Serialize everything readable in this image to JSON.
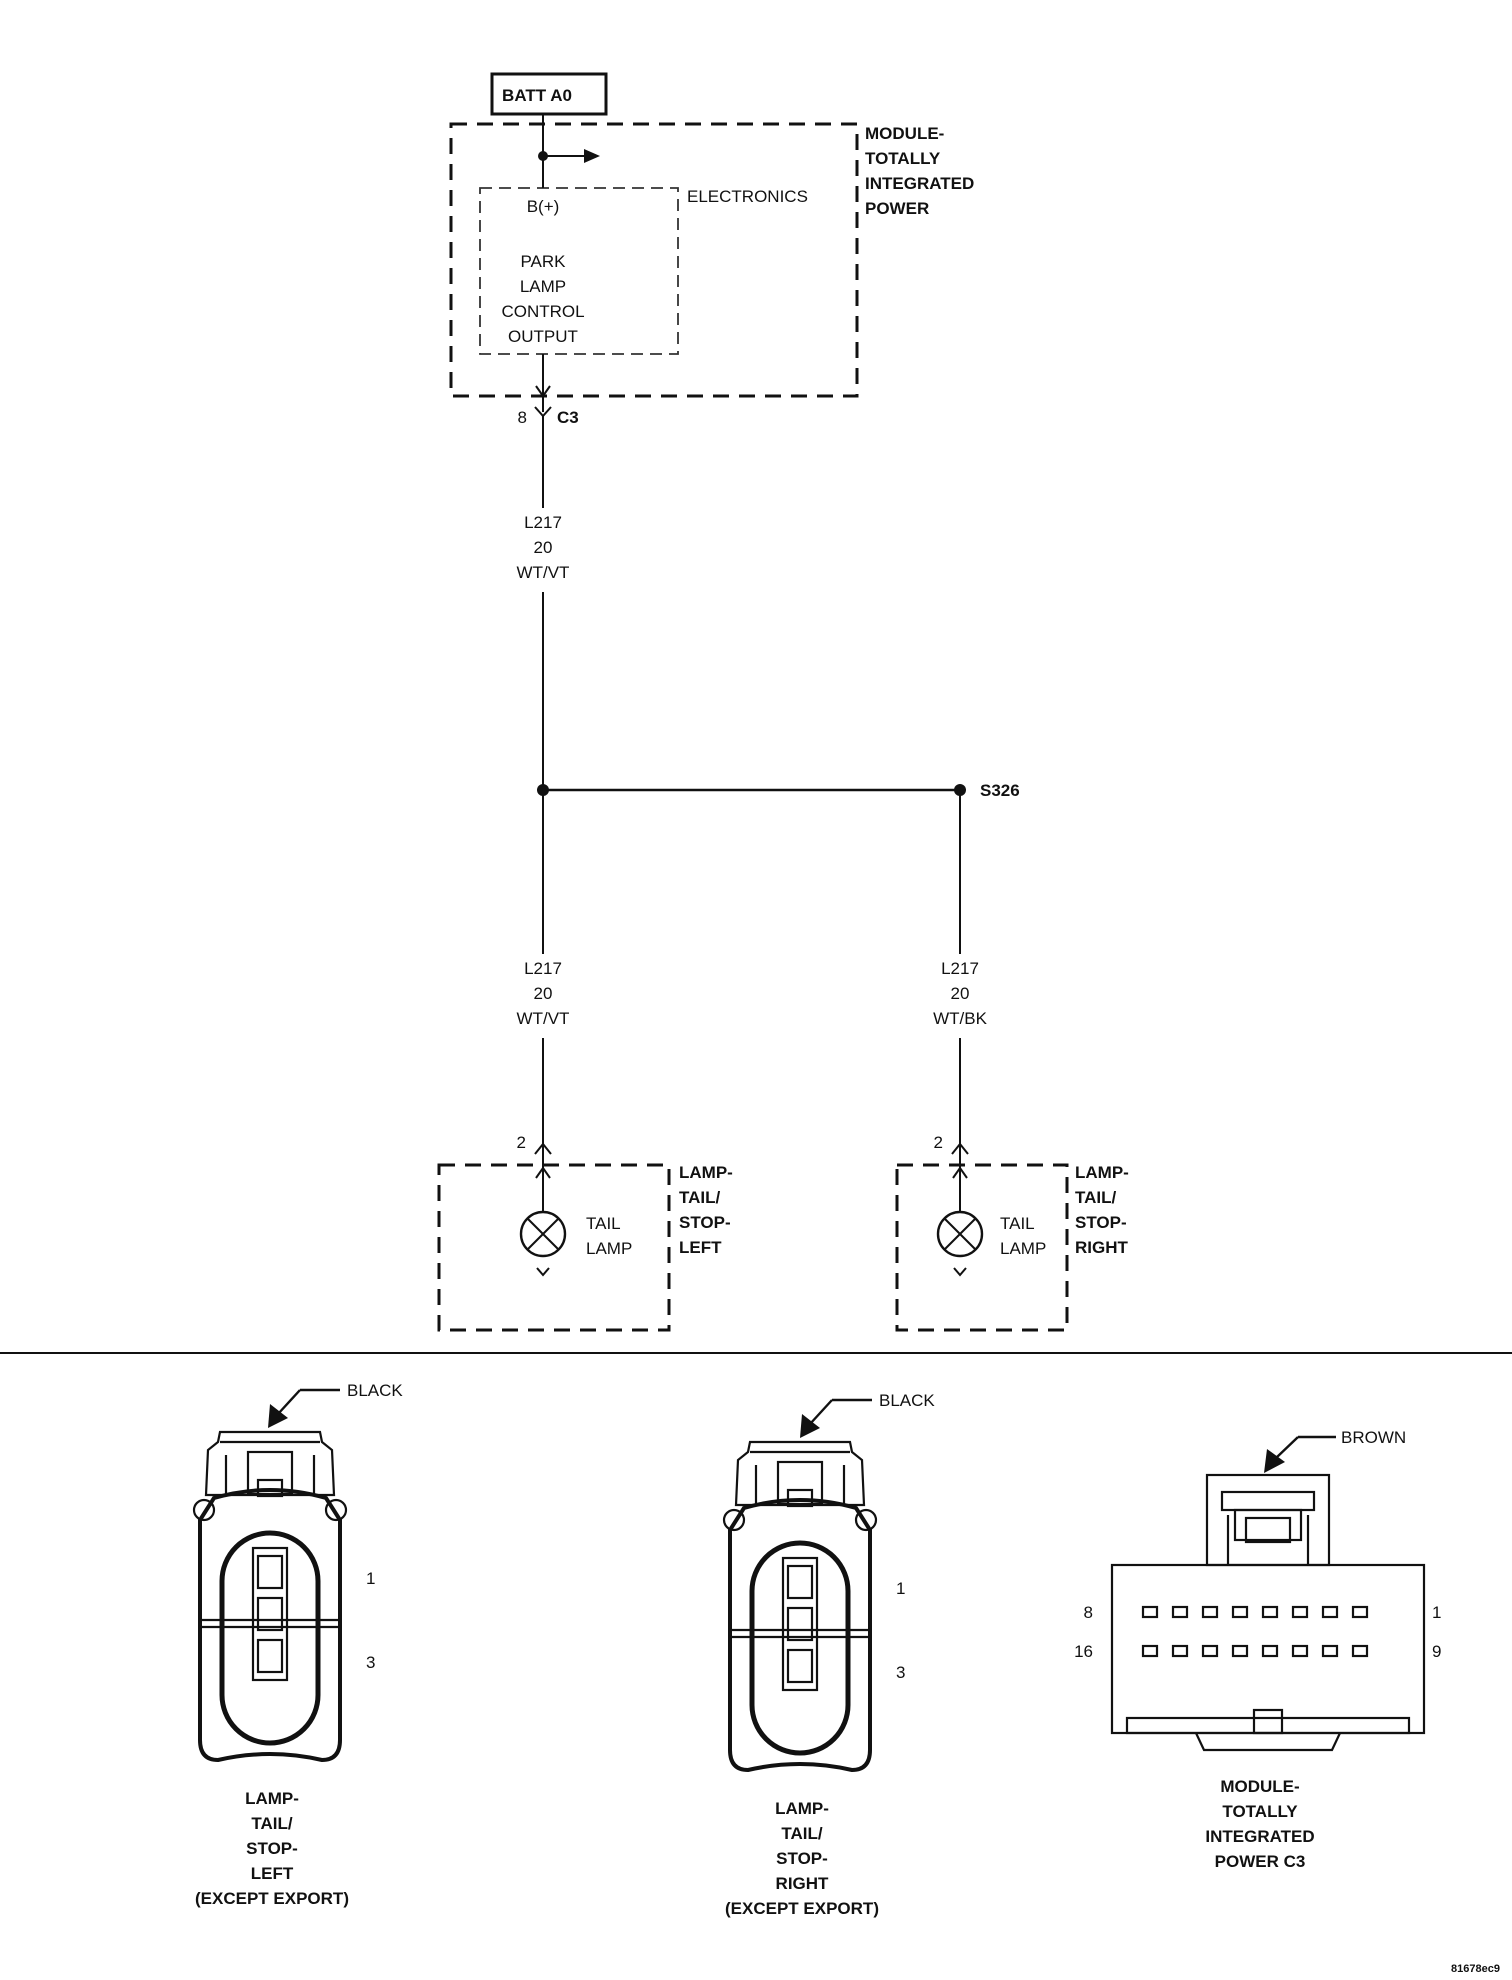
{
  "batt": {
    "label": "BATT A0"
  },
  "module": {
    "name_lines": [
      "MODULE-",
      "TOTALLY",
      "INTEGRATED",
      "POWER"
    ],
    "electronics_label": "ELECTRONICS",
    "bplus": "B(+)",
    "output_lines": [
      "PARK",
      "LAMP",
      "CONTROL",
      "OUTPUT"
    ],
    "pin": "8",
    "connector": "C3"
  },
  "wires": {
    "main": [
      "L217",
      "20",
      "WT/VT"
    ],
    "left": [
      "L217",
      "20",
      "WT/VT"
    ],
    "right": [
      "L217",
      "20",
      "WT/BK"
    ]
  },
  "splice": {
    "label": "S326"
  },
  "lamp_left": {
    "pin": "2",
    "inner_lines": [
      "TAIL",
      "LAMP"
    ],
    "name_lines": [
      "LAMP-",
      "TAIL/",
      "STOP-",
      "LEFT"
    ]
  },
  "lamp_right": {
    "pin": "2",
    "inner_lines": [
      "TAIL",
      "LAMP"
    ],
    "name_lines": [
      "LAMP-",
      "TAIL/",
      "STOP-",
      "RIGHT"
    ]
  },
  "conn_left": {
    "color": "BLACK",
    "pin_top": "1",
    "pin_bottom": "3",
    "caption_lines": [
      "LAMP-",
      "TAIL/",
      "STOP-",
      "LEFT",
      "(EXCEPT EXPORT)"
    ]
  },
  "conn_right": {
    "color": "BLACK",
    "pin_top": "1",
    "pin_bottom": "3",
    "caption_lines": [
      "LAMP-",
      "TAIL/",
      "STOP-",
      "RIGHT",
      "(EXCEPT EXPORT)"
    ]
  },
  "conn_module": {
    "color": "BROWN",
    "pin_tl": "8",
    "pin_tr": "1",
    "pin_bl": "16",
    "pin_br": "9",
    "caption_lines": [
      "MODULE-",
      "TOTALLY",
      "INTEGRATED",
      "POWER C3"
    ]
  },
  "figure_code": "81678ec9"
}
